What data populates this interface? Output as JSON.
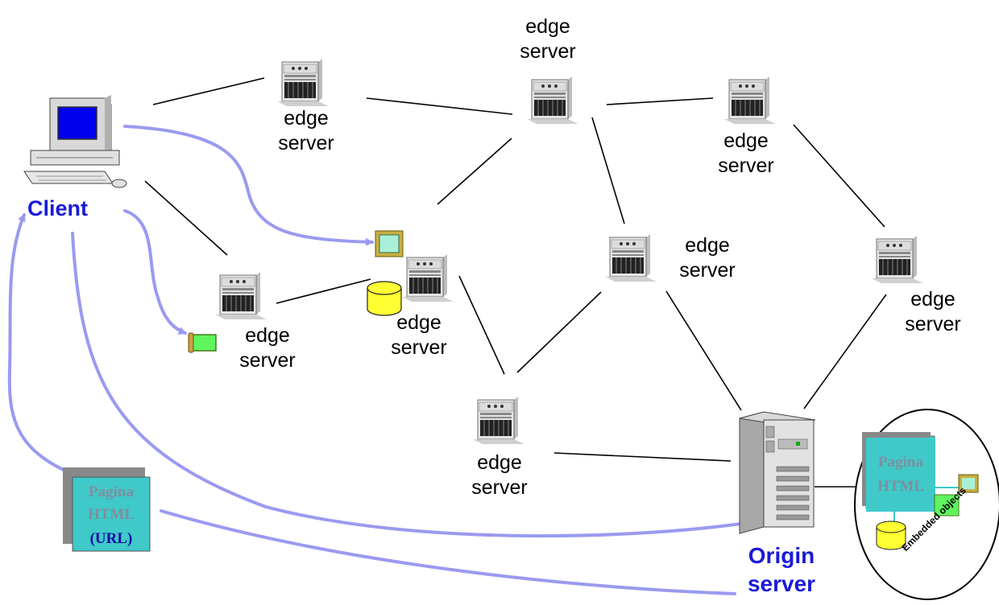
{
  "labels": {
    "client": "Client",
    "origin_line1": "Origin",
    "origin_line2": "server",
    "edge_line1": "edge",
    "edge_line2": "server"
  },
  "pages": {
    "client_page_line1": "Pagina",
    "client_page_line2": "HTML",
    "client_page_line3": "(URL)",
    "origin_page_line1": "Pagina",
    "origin_page_line2": "HTML",
    "embedded_label": "Embedded objects"
  },
  "colors": {
    "label_blue": "#1a1ad9",
    "arrow": "#9a9af0",
    "teal": "#3fc9c9",
    "page_text": "#7f8f9f",
    "url_text": "#1010a0",
    "green_obj": "#5ef55e",
    "cylinder": "#ffff33"
  }
}
